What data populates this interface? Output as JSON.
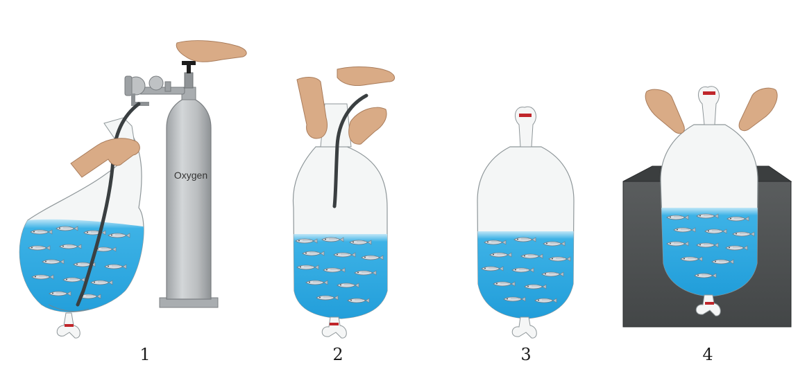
{
  "steps": [
    {
      "number": "1"
    },
    {
      "number": "2"
    },
    {
      "number": "3"
    },
    {
      "number": "4"
    }
  ],
  "cylinder_label": "Oxygen",
  "colors": {
    "water": "#27a6e0",
    "water_light": "#5fc3ef",
    "bag": "#f2f4f4",
    "bag_outline": "#9aa1a4",
    "skin": "#d9ab86",
    "skin_outline": "#a97c5b",
    "tube": "#3a3f41",
    "cylinder": "#b9bcbe",
    "tank": "#505354",
    "band": "#c0262b",
    "fish": "#cfd6dc"
  },
  "icons": [
    "hand-icon",
    "oxygen-cylinder-icon",
    "fish-icon",
    "plastic-bag-icon",
    "transport-box-icon"
  ]
}
